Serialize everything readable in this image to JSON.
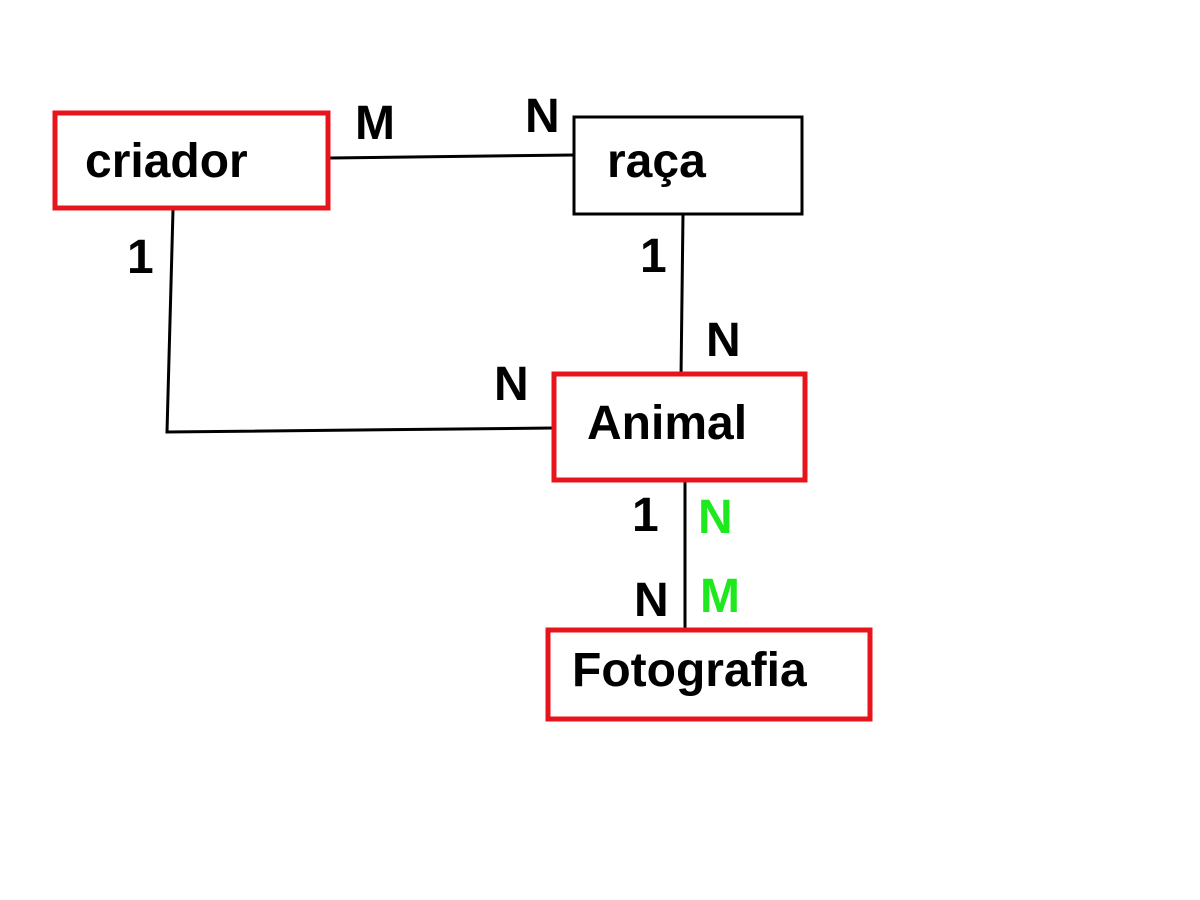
{
  "colors": {
    "entity_border_red": "#e8141c",
    "entity_border_black": "#000000",
    "text": "#000000",
    "alt_cardinality": "#1ee81e"
  },
  "entities": {
    "criador": "criador",
    "raca": "raça",
    "animal": "Animal",
    "fotografia": "Fotografia"
  },
  "cardinalities": {
    "criador_raca_m": "M",
    "criador_raca_n": "N",
    "criador_animal_1": "1",
    "criador_animal_n": "N",
    "raca_animal_1": "1",
    "raca_animal_n": "N",
    "animal_fotografia_1": "1",
    "animal_fotografia_n": "N",
    "animal_fotografia_alt_n": "N",
    "animal_fotografia_alt_m": "M"
  }
}
